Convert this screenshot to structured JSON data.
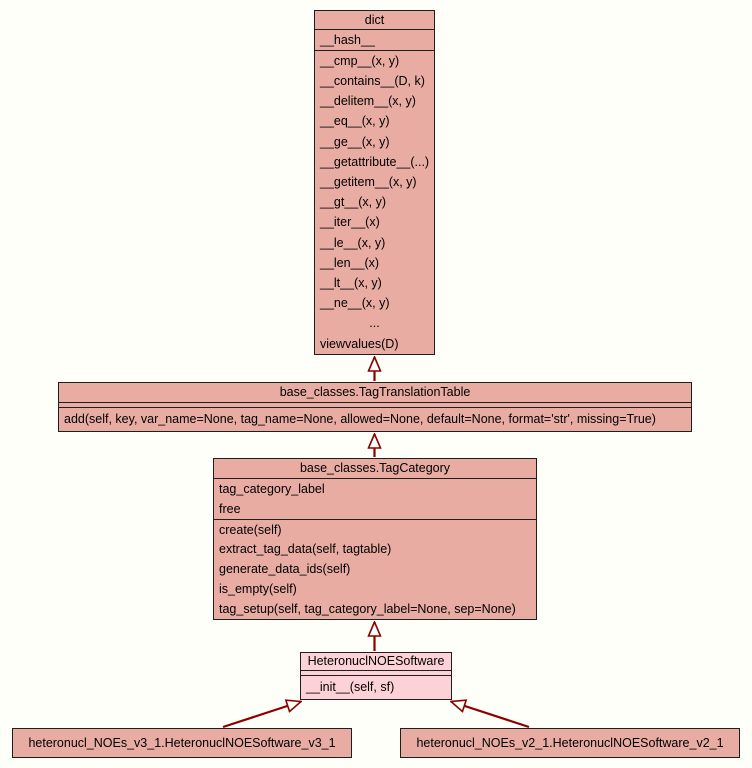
{
  "colors": {
    "background": "#fffff9",
    "node_fill": "#e9aca3",
    "highlight_fill": "#fcd2d6",
    "border_color": "#1f1f1f",
    "edge_color": "#8b0000",
    "text_color": "#000000"
  },
  "classes": {
    "dict": {
      "title": "dict",
      "attributes": [
        "__hash__"
      ],
      "methods": [
        "__cmp__(x, y)",
        "__contains__(D, k)",
        "__delitem__(x, y)",
        "__eq__(x, y)",
        "__ge__(x, y)",
        "__getattribute__(...)",
        "__getitem__(x, y)",
        "__gt__(x, y)",
        "__iter__(x)",
        "__le__(x, y)",
        "__len__(x)",
        "__lt__(x, y)",
        "__ne__(x, y)",
        "...",
        "viewvalues(D)"
      ]
    },
    "tag_translation_table": {
      "title": "base_classes.TagTranslationTable",
      "attributes": [],
      "methods": [
        "add(self, key, var_name=None, tag_name=None, allowed=None, default=None, format='str', missing=True)"
      ]
    },
    "tag_category": {
      "title": "base_classes.TagCategory",
      "attributes": [
        "tag_category_label",
        "free"
      ],
      "methods": [
        "create(self)",
        "extract_tag_data(self, tagtable)",
        "generate_data_ids(self)",
        "is_empty(self)",
        "tag_setup(self, tag_category_label=None, sep=None)"
      ]
    },
    "heteronucl_noe_software": {
      "title": "HeteronuclNOESoftware",
      "attributes": [],
      "methods": [
        "__init__(self, sf)"
      ]
    },
    "heteronucl_noes_v3_1": {
      "title": "heteronucl_NOEs_v3_1.HeteronuclNOESoftware_v3_1"
    },
    "heteronucl_noes_v2_1": {
      "title": "heteronucl_NOEs_v2_1.HeteronuclNOESoftware_v2_1"
    }
  },
  "edges": [
    {
      "from": "base_classes.TagTranslationTable",
      "to": "dict",
      "type": "inheritance"
    },
    {
      "from": "base_classes.TagCategory",
      "to": "base_classes.TagTranslationTable",
      "type": "inheritance"
    },
    {
      "from": "HeteronuclNOESoftware",
      "to": "base_classes.TagCategory",
      "type": "inheritance"
    },
    {
      "from": "heteronucl_NOEs_v3_1.HeteronuclNOESoftware_v3_1",
      "to": "HeteronuclNOESoftware",
      "type": "inheritance"
    },
    {
      "from": "heteronucl_NOEs_v2_1.HeteronuclNOESoftware_v2_1",
      "to": "HeteronuclNOESoftware",
      "type": "inheritance"
    }
  ]
}
